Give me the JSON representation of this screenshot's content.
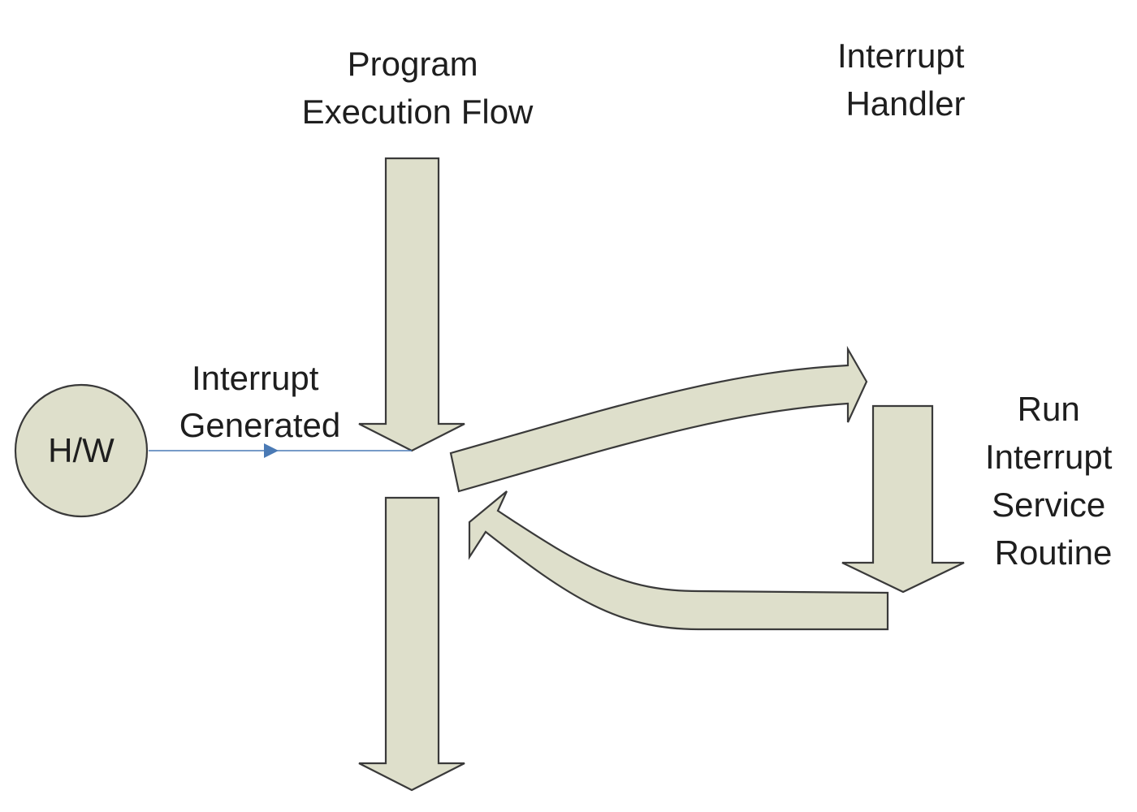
{
  "labels": {
    "program_flow": [
      "Program",
      "Execution Flow"
    ],
    "interrupt_handler": [
      "Interrupt",
      "Handler"
    ],
    "interrupt_generated": [
      "Interrupt",
      "Generated"
    ],
    "hardware": "H/W",
    "run_isr": [
      "Run",
      "Interrupt",
      "Service",
      "Routine"
    ]
  },
  "colors": {
    "shape_fill": "#dedfcb",
    "outline": "#3a3a3a",
    "signal_line": "#4a7ab5",
    "text": "#1e1e1e"
  }
}
